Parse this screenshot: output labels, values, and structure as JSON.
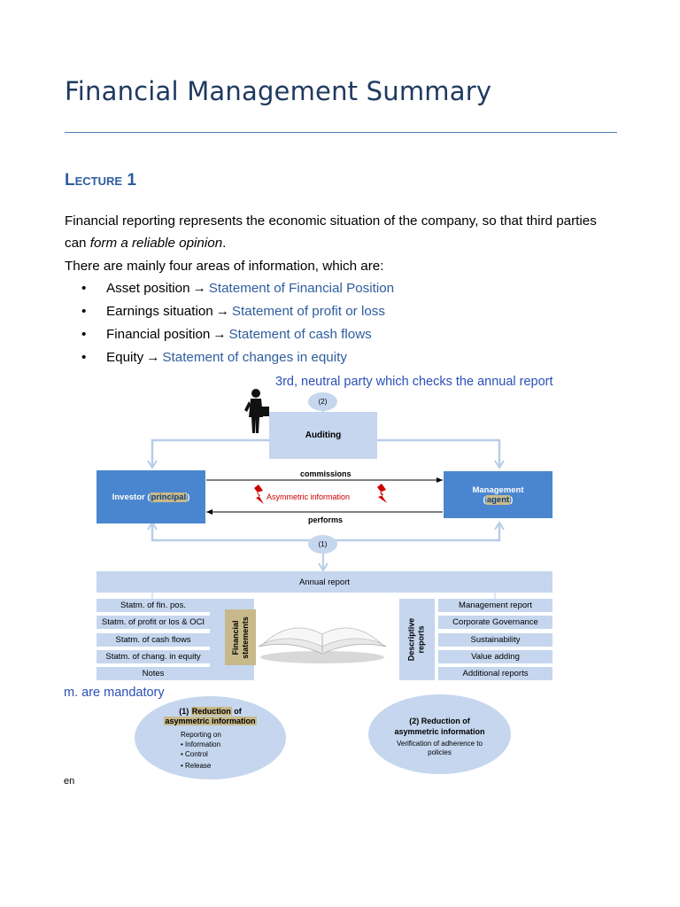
{
  "doc": {
    "title": "Financial Management Summary",
    "heading": "Lecture 1",
    "intro_part1": "Financial reporting represents the economic situation of the company, so that third parties",
    "intro_part2_prefix": "can ",
    "intro_part2_em": "form a reliable opinion",
    "intro_part2_suffix": ".",
    "areas_intro": "There are mainly four areas of information, which are:",
    "bullets": [
      {
        "term": "Asset position",
        "statement": "Statement of Financial Position"
      },
      {
        "term": "Earnings situation",
        "statement": "Statement of profit or loss"
      },
      {
        "term": "Financial position",
        "statement": "Statement of cash flows"
      },
      {
        "term": "Equity",
        "statement": "Statement of changes in equity"
      }
    ],
    "bullet_glyph": "•",
    "arrow_glyph": "→"
  },
  "annotations": {
    "third_party": "3rd, neutral party which checks the annual report",
    "mandatory": "m. are mandatory",
    "cut_word": "en"
  },
  "diagram": {
    "marker_2": "(2)",
    "marker_1": "(1)",
    "auditing": "Auditing",
    "investor": "Investor (",
    "investor_hl": "principal",
    "investor_end": ")",
    "management": "Management",
    "management_open": "(",
    "management_hl": "agent",
    "management_close": ")",
    "commissions": "commissions",
    "asymmetric": "Asymmetric information",
    "performs": "performs",
    "annual_report": "Annual report",
    "left_items": [
      "Statm. of fin. pos.",
      "Statm. of profit or los & OCI",
      "Statm. of cash flows",
      "Statm. of chang. in equity",
      "Notes"
    ],
    "financial_statements_1": "Financial",
    "financial_statements_2": "statements",
    "descriptive_1": "Descriptive",
    "descriptive_2": "reports",
    "right_items": [
      "Management report",
      "Corporate Governance",
      "Sustainability",
      "Value adding",
      "Additional reports"
    ],
    "oval1": {
      "title_num": "(1)",
      "title_hl1": "Reduction",
      "title_of": "of",
      "title_hl2": "asymmetric information",
      "sub": "Reporting on",
      "items": [
        "• Information",
        "• Control",
        "• Release"
      ]
    },
    "oval2": {
      "title1": "(2) Reduction of",
      "title2": "asymmetric information",
      "sub1": "Verification of adherence to",
      "sub2": "policies"
    },
    "colors": {
      "light": "#c5d6ee",
      "dark": "#4a86cf",
      "highlight": "#c8b98a",
      "red": "#cc0000"
    }
  }
}
